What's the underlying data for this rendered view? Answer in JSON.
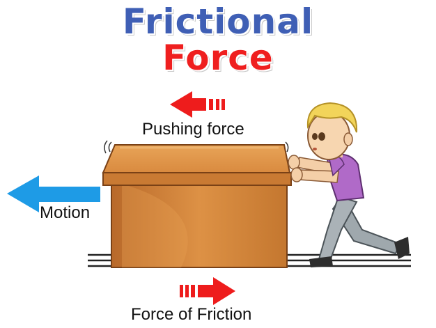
{
  "title": {
    "line1": "Frictional",
    "line2": "Force"
  },
  "labels": {
    "pushing_force": "Pushing force",
    "motion": "Motion",
    "force_of_friction": "Force of Friction"
  },
  "colors": {
    "title_blue": "#3f5fb5",
    "title_red": "#ef1f1f",
    "pushing_arrow": "#ee1c1c",
    "motion_arrow": "#1e9be6",
    "friction_arrow": "#ee1c1c",
    "box": "#d98a3f"
  },
  "icons": {
    "pushing_arrow": "left-arrow-icon",
    "motion_arrow": "left-arrow-icon",
    "friction_arrow": "right-arrow-icon"
  }
}
